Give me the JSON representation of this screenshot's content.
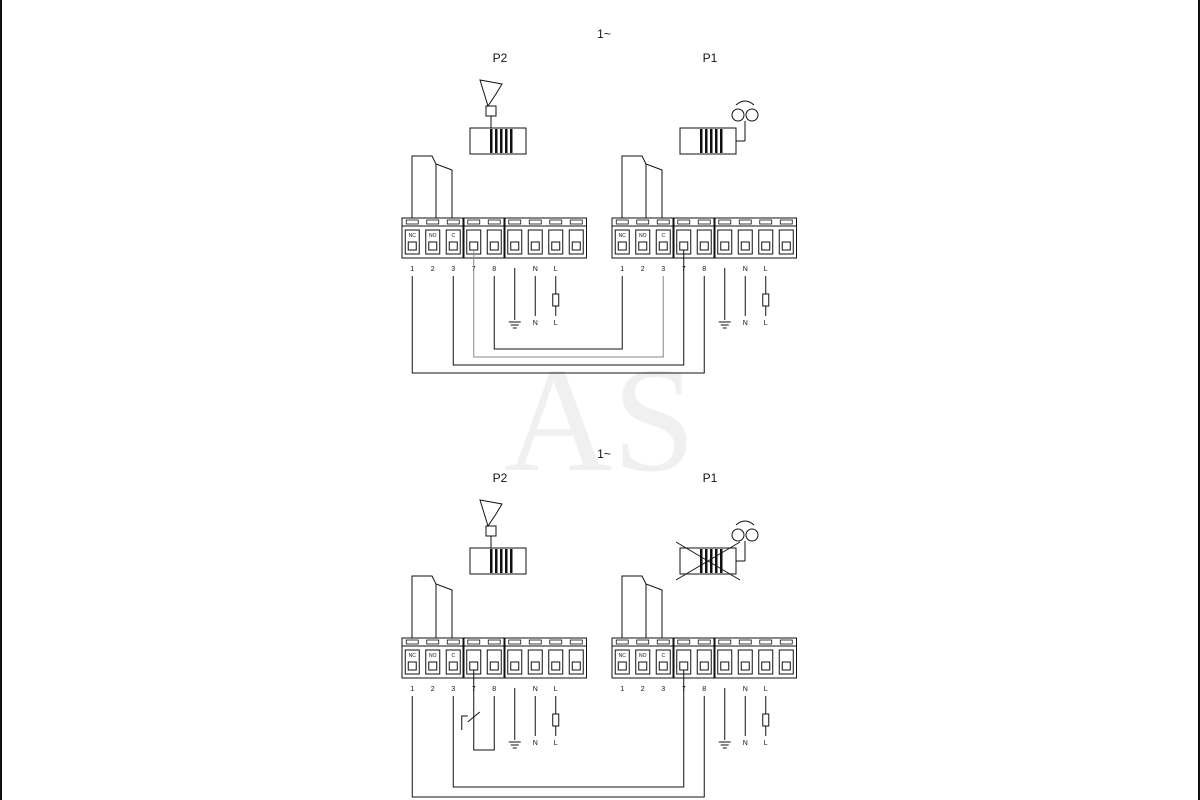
{
  "watermark": "AS",
  "diagrams": [
    {
      "phase_label": "1~",
      "pump_left_label": "P2",
      "pump_right_label": "P1",
      "left_panel": {
        "top_labels": [
          "NC",
          "NO",
          "C",
          "",
          "",
          "",
          "",
          "",
          ""
        ],
        "terminal_numbers": [
          "1",
          "2",
          "3",
          "7",
          "8",
          "",
          "N",
          "L"
        ]
      },
      "right_panel": {
        "top_labels": [
          "NC",
          "NO",
          "C",
          "",
          "",
          "",
          "",
          "",
          ""
        ],
        "terminal_numbers": [
          "1",
          "2",
          "3",
          "7",
          "8",
          "",
          "N",
          "L"
        ]
      },
      "left_mains_labels": [
        "N",
        "L"
      ],
      "right_mains_labels": [
        "N",
        "L"
      ]
    },
    {
      "phase_label": "1~",
      "pump_left_label": "P2",
      "pump_right_label": "P1",
      "left_panel": {
        "top_labels": [
          "NC",
          "NO",
          "C",
          "",
          "",
          "",
          "",
          "",
          ""
        ],
        "terminal_numbers": [
          "1",
          "2",
          "3",
          "7",
          "8",
          "",
          "N",
          "L"
        ]
      },
      "right_panel": {
        "top_labels": [
          "NC",
          "NO",
          "C",
          "",
          "",
          "",
          "",
          "",
          ""
        ],
        "terminal_numbers": [
          "1",
          "2",
          "3",
          "7",
          "8",
          "",
          "N",
          "L"
        ]
      },
      "left_mains_labels": [
        "N",
        "L"
      ],
      "right_mains_labels": [
        "N",
        "L"
      ]
    }
  ]
}
